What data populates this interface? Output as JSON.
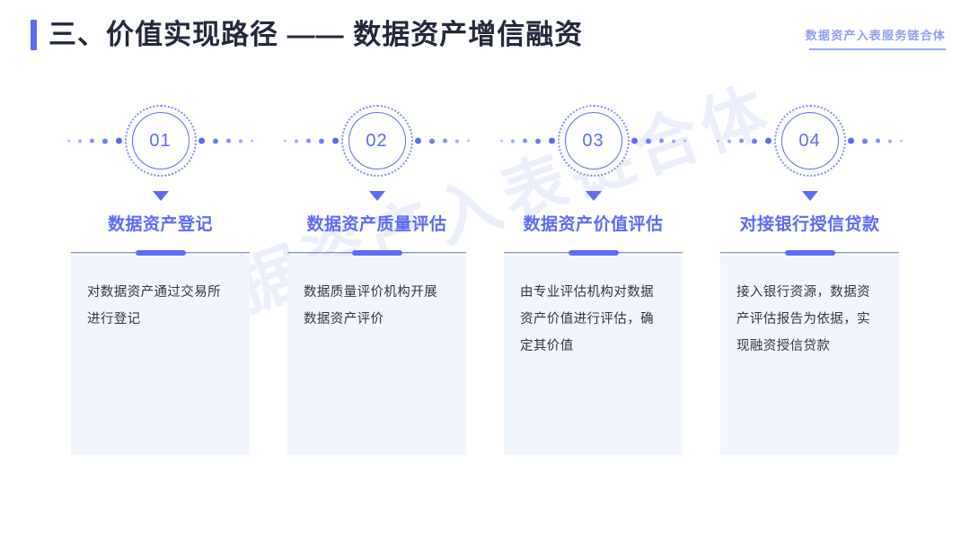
{
  "header": {
    "title": "三、价值实现路径 —— 数据资产增信融资",
    "accent_color": "#5b6cf7",
    "corner_tag": "数据资产入表服务链合体"
  },
  "watermark": "数据资产入表链合体",
  "theme": {
    "primary": "#5b6cf7",
    "card_bg": "#f1f5fe",
    "title_color": "#232a3d",
    "body_text": "#2f3645",
    "corner_tag_color": "#8e9ef0"
  },
  "steps": [
    {
      "number": "01",
      "heading": "数据资产登记",
      "body": "对数据资产通过交易所进行登记"
    },
    {
      "number": "02",
      "heading": "数据资产质量评估",
      "body": "数据质量评价机构开展数据资产评价"
    },
    {
      "number": "03",
      "heading": "数据资产价值评估",
      "body": "由专业评估机构对数据资产价值进行评估，确定其价值"
    },
    {
      "number": "04",
      "heading": "对接银行授信贷款",
      "body": "接入银行资源，数据资产评估报告为依据，实现融资授信贷款"
    }
  ]
}
